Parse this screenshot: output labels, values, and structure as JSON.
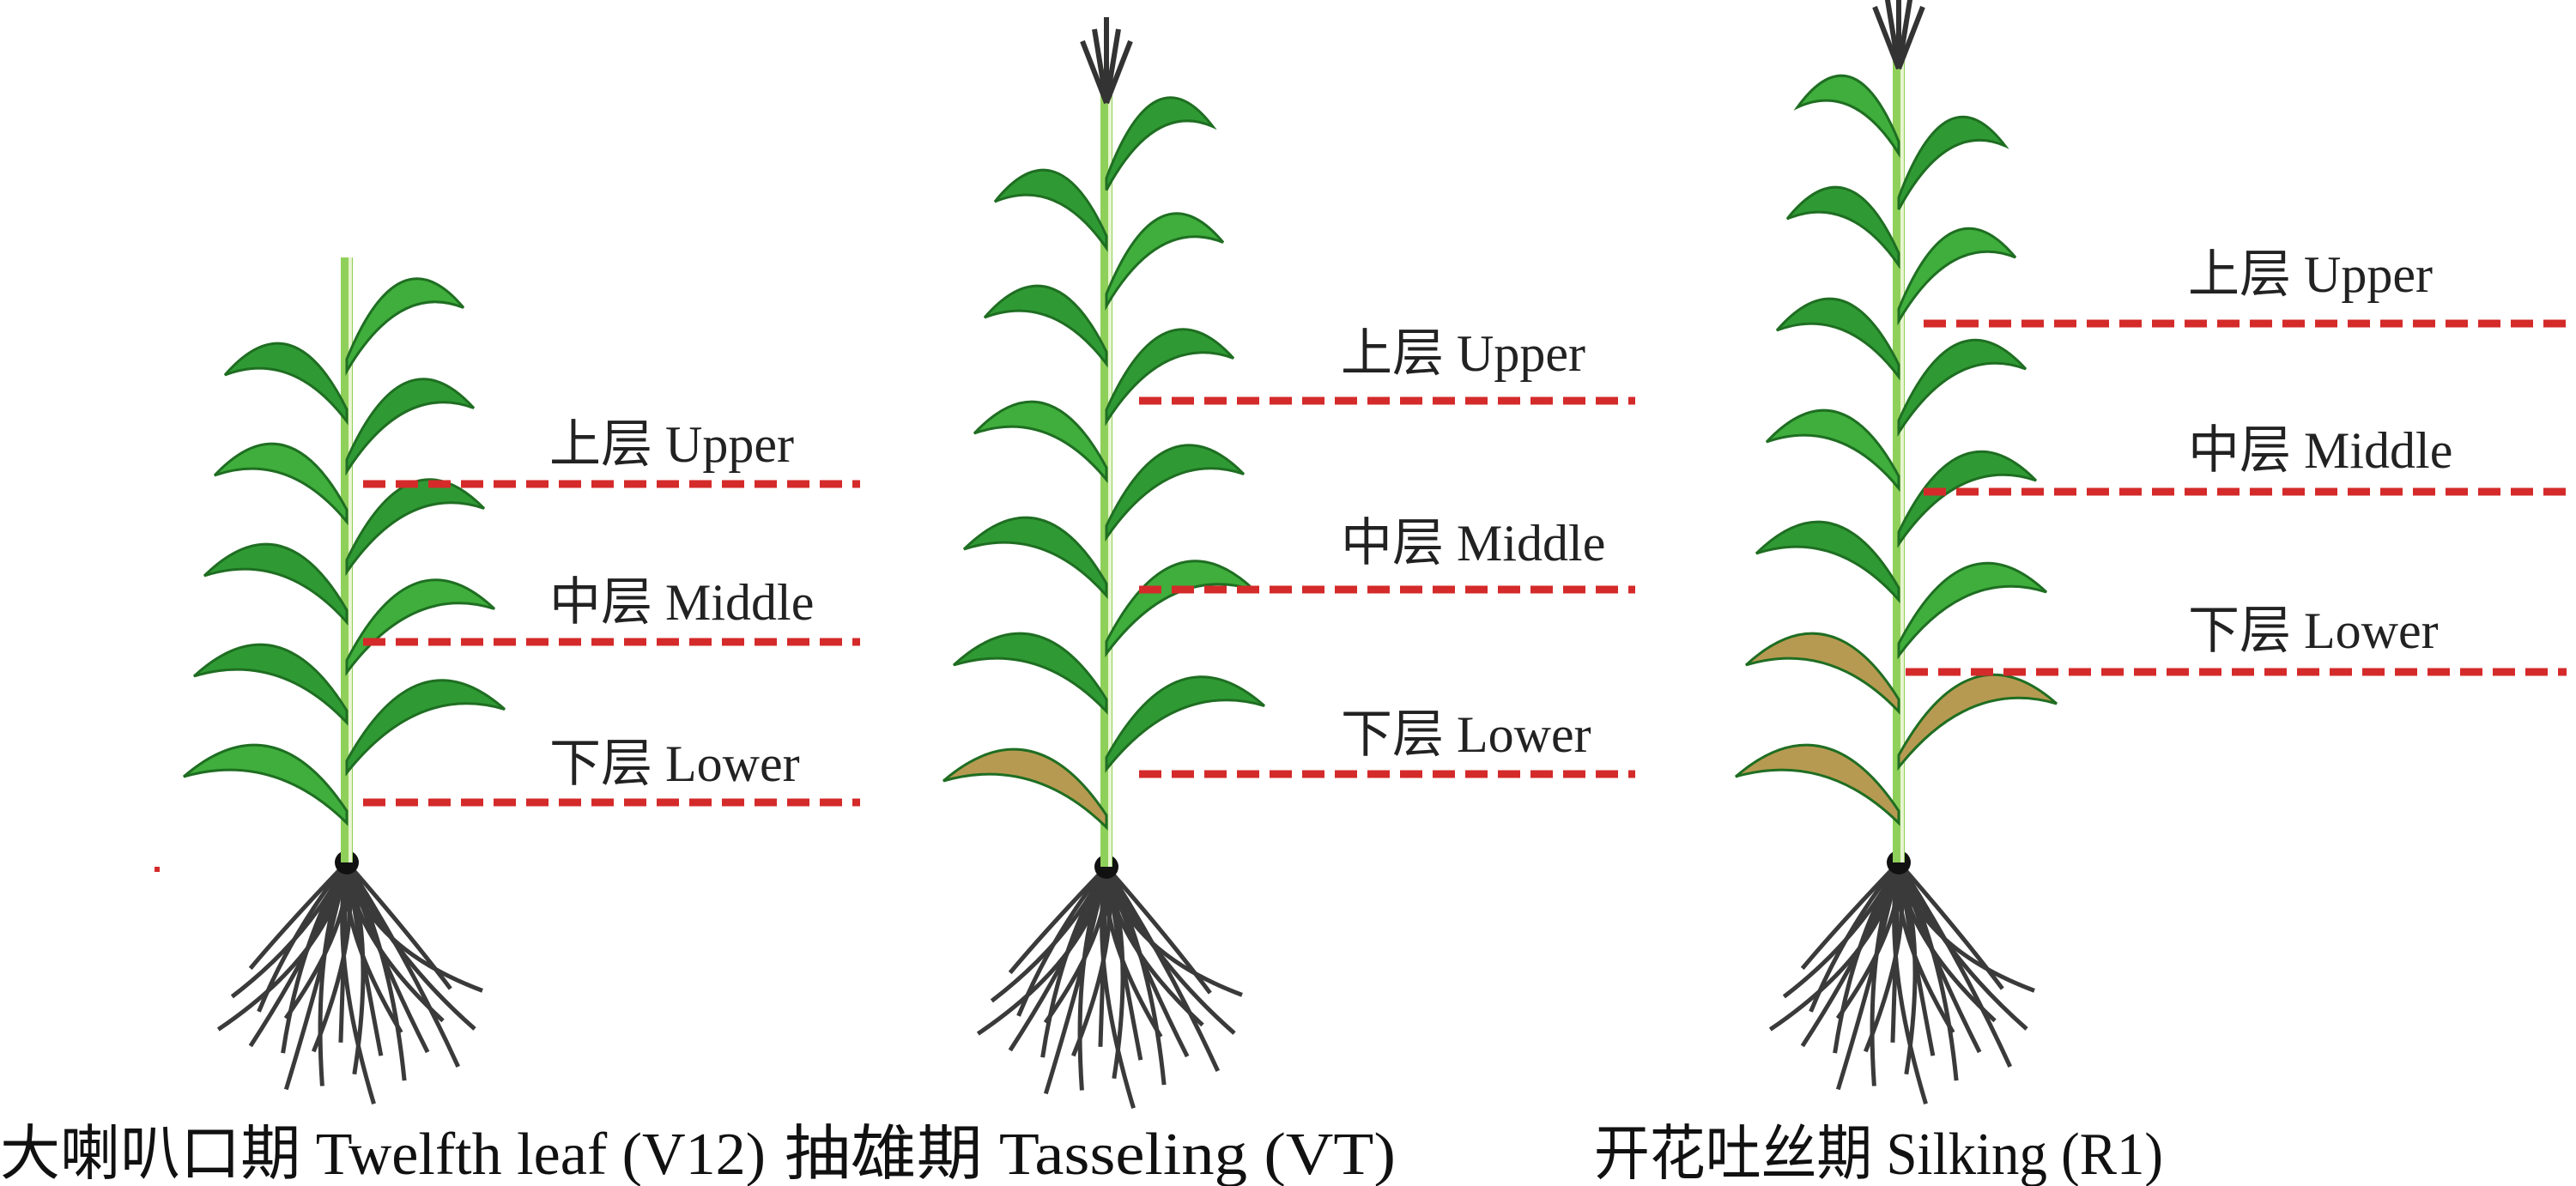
{
  "colors": {
    "leaf": "#2f9a34",
    "leaf_light": "#8fd05a",
    "dry_leaf": "#b79a52",
    "root": "#3a3a3a",
    "divider": "#d42a2a"
  },
  "stages": [
    {
      "caption": "大喇叭口期 Twelfth leaf (V12)",
      "layers": {
        "upper": "上层 Upper",
        "middle": "中层 Middle",
        "lower": "下层 Lower"
      }
    },
    {
      "caption": "抽雄期 Tasseling (VT)",
      "layers": {
        "upper": "上层 Upper",
        "middle": "中层 Middle",
        "lower": "下层 Lower"
      }
    },
    {
      "caption": "开花吐丝期 Silking (R1)",
      "layers": {
        "upper": "上层 Upper",
        "middle": "中层 Middle",
        "lower": "下层 Lower"
      }
    }
  ]
}
